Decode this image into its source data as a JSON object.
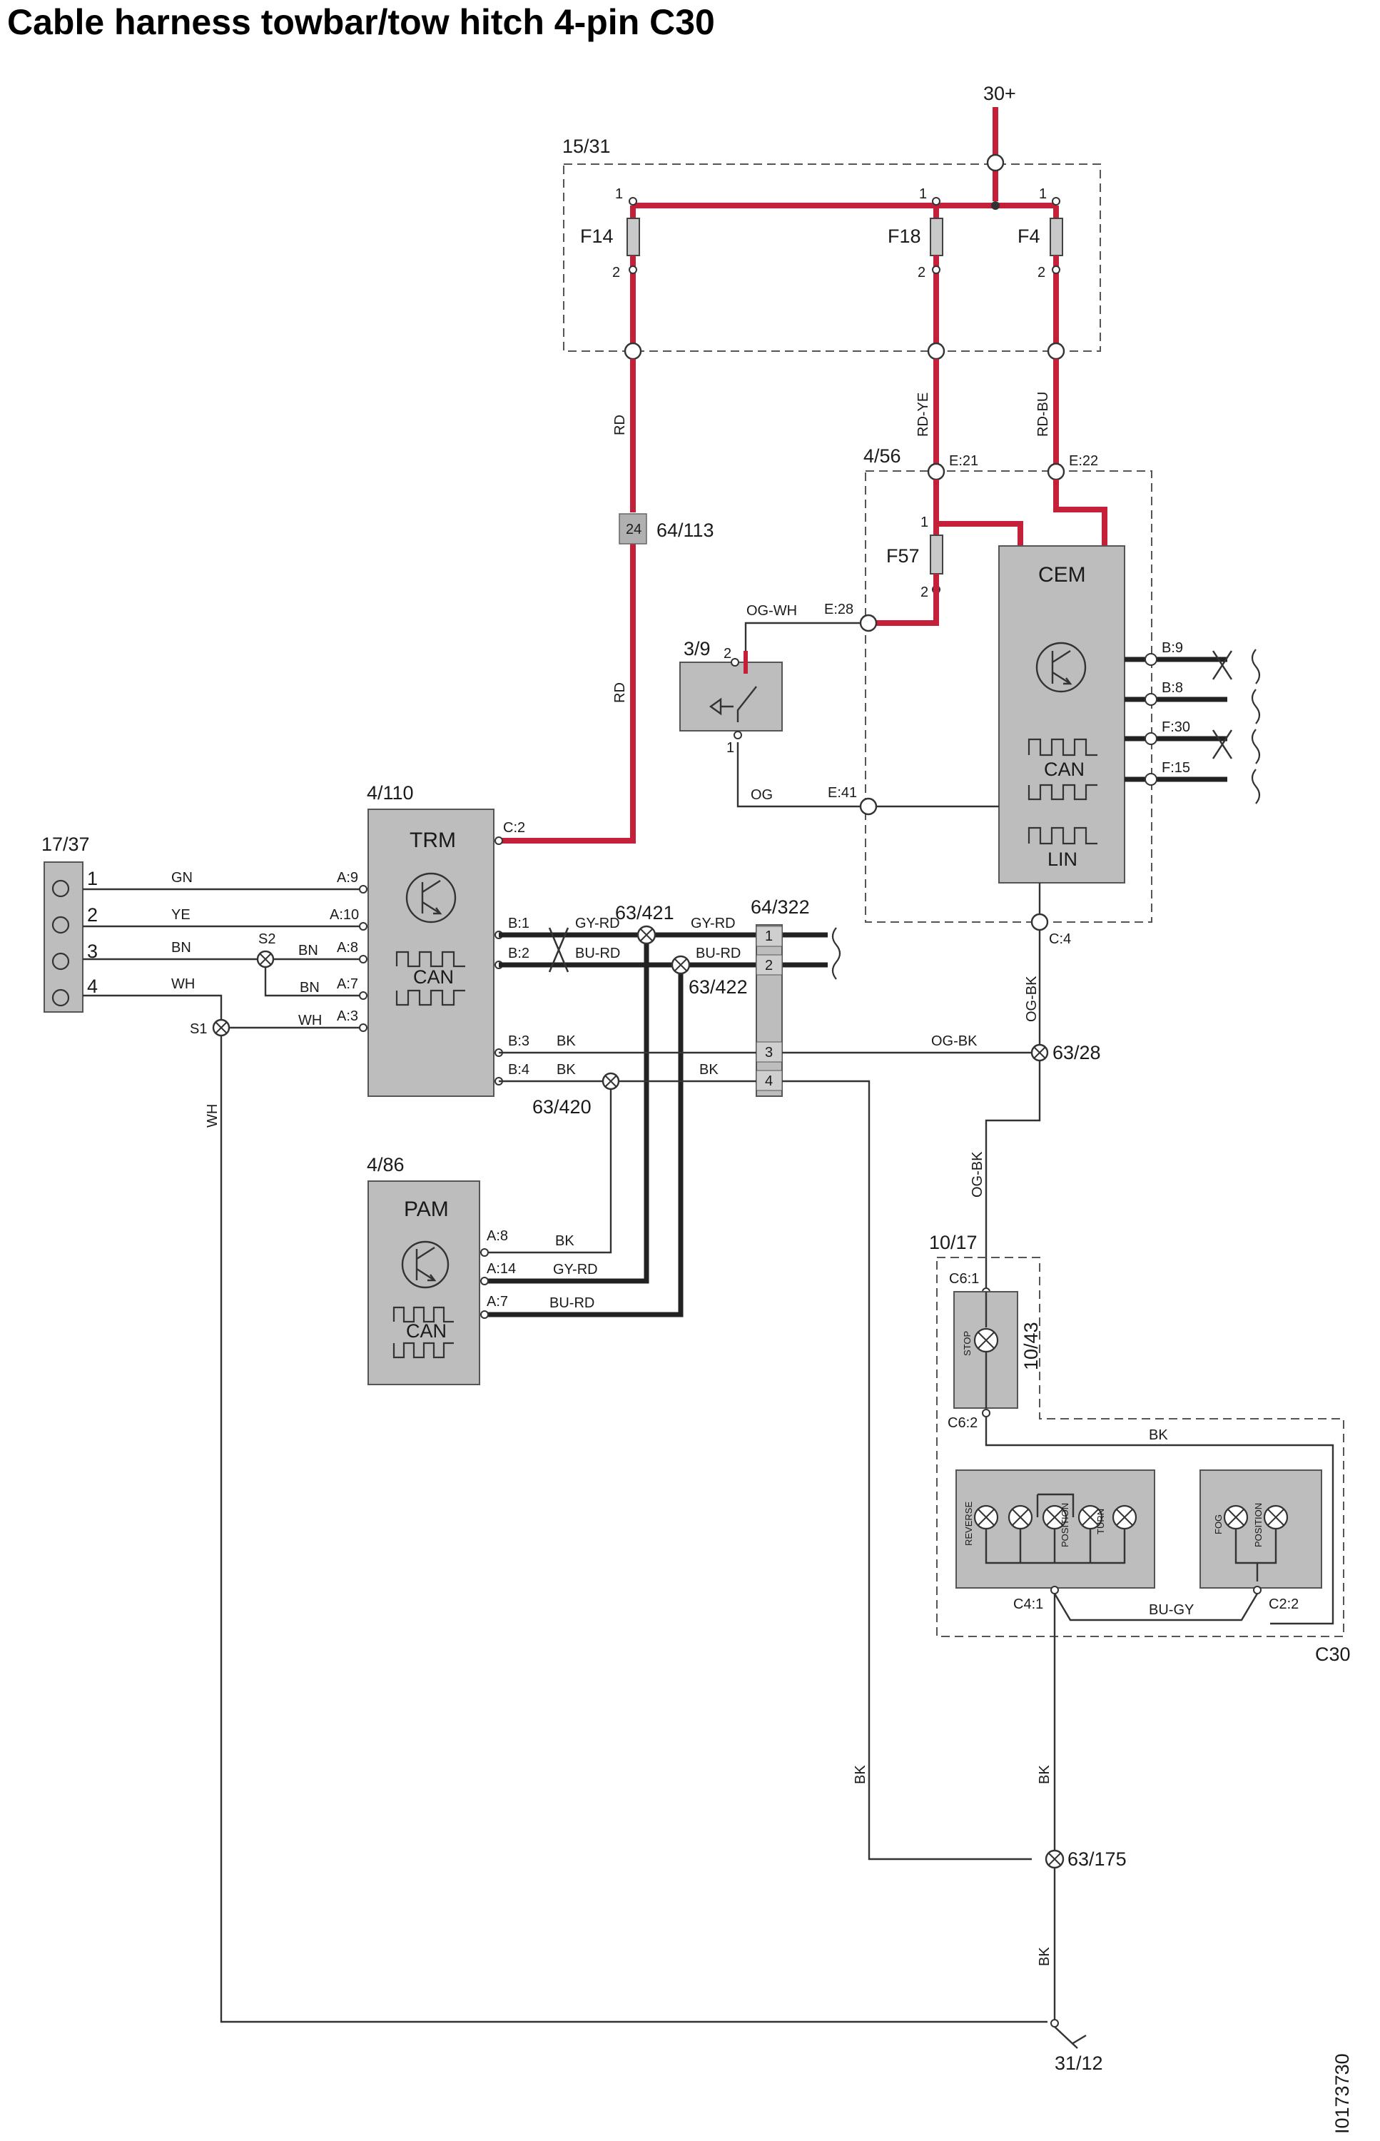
{
  "title": "Cable harness towbar/tow hitch 4-pin C30",
  "drawing_id": "I0173730",
  "supply": "30+",
  "ground": "31/12",
  "fusebox": {
    "ref": "15/31",
    "fuses": [
      "F14",
      "F18",
      "F4"
    ],
    "pin_top": "1",
    "pin_bottom": "2"
  },
  "cem_group": {
    "ref": "4/56",
    "fuse": "F57",
    "module": "CEM",
    "pins": {
      "e21": "E:21",
      "e22": "E:22",
      "e28": "E:28",
      "e41": "E:41",
      "c4": "C:4",
      "b9": "B:9",
      "b8": "B:8",
      "f30": "F:30",
      "f15": "F:15"
    },
    "bus1": "CAN",
    "bus2": "LIN"
  },
  "connector_inline": {
    "ref": "64/113",
    "pin": "24"
  },
  "switch": {
    "ref": "3/9",
    "pin_top": "2",
    "pin_bottom": "1"
  },
  "trm": {
    "ref": "4/110",
    "name": "TRM",
    "bus": "CAN",
    "pins": {
      "c2": "C:2",
      "a9": "A:9",
      "a10": "A:10",
      "a8": "A:8",
      "a7": "A:7",
      "a3": "A:3",
      "b1": "B:1",
      "b2": "B:2",
      "b3": "B:3",
      "b4": "B:4"
    }
  },
  "socket": {
    "ref": "17/37",
    "pins": [
      "1",
      "2",
      "3",
      "4"
    ]
  },
  "pam": {
    "ref": "4/86",
    "name": "PAM",
    "bus": "CAN",
    "pins": {
      "a8": "A:8",
      "a14": "A:14",
      "a7": "A:7"
    }
  },
  "connector_64_322": {
    "ref": "64/322",
    "pins": [
      "1",
      "2",
      "3",
      "4"
    ]
  },
  "splices": {
    "s1": "S1",
    "s2": "S2",
    "j421": "63/421",
    "j422": "63/422",
    "j420": "63/420",
    "j28": "63/28",
    "j175": "63/175"
  },
  "wire_colors": {
    "rd": "RD",
    "rd_ye": "RD-YE",
    "rd_bu": "RD-BU",
    "og_wh": "OG-WH",
    "og": "OG",
    "gn": "GN",
    "ye": "YE",
    "bn": "BN",
    "wh": "WH",
    "gy_rd": "GY-RD",
    "bu_rd": "BU-RD",
    "bk": "BK",
    "og_bk": "OG-BK",
    "bu_gy": "BU-GY"
  },
  "lamp_group": {
    "ref": "10/17",
    "sub": "10/43",
    "car": "C30",
    "pins": {
      "c61": "C6:1",
      "c62": "C6:2",
      "c41": "C4:1",
      "c22": "C2:2"
    },
    "stop": "STOP",
    "left_lamps": [
      "REVERSE",
      "POSITION",
      "TURN"
    ],
    "right_lamps": [
      "FOG",
      "POSITION"
    ]
  },
  "colors": {
    "power": "#c4203a",
    "module_fill": "#bdbdbd",
    "wire": "#333333"
  }
}
